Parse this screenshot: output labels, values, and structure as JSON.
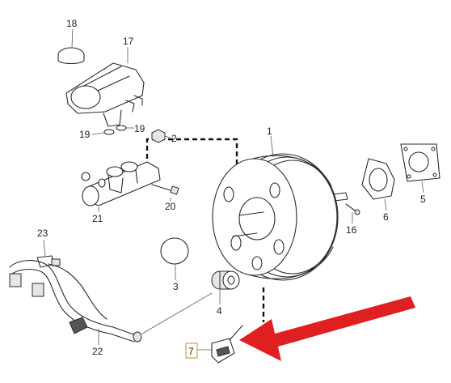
{
  "diagram": {
    "callouts": {
      "c1": "1",
      "c2": "2",
      "c3": "3",
      "c4": "4",
      "c5": "5",
      "c6": "6",
      "c7": "7",
      "c16": "16",
      "c17": "17",
      "c18": "18",
      "c19a": "19",
      "c19b": "19",
      "c20": "20",
      "c21": "21",
      "c22": "22",
      "c23": "23"
    },
    "highlight_color": "#d9a520",
    "arrow_color": "#e02020"
  }
}
